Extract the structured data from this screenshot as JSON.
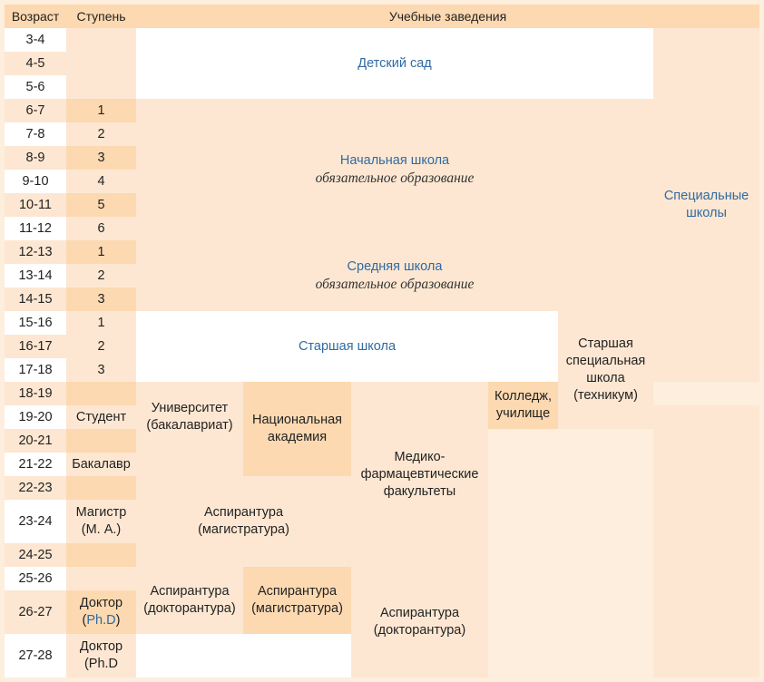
{
  "headers": {
    "age": "Возраст",
    "level": "Ступень",
    "institutions": "Учебные заведения"
  },
  "ages": [
    "3-4",
    "4-5",
    "5-6",
    "6-7",
    "7-8",
    "8-9",
    "9-10",
    "10-11",
    "11-12",
    "12-13",
    "13-14",
    "14-15",
    "15-16",
    "16-17",
    "17-18",
    "18-19",
    "19-20",
    "20-21",
    "21-22",
    "22-23",
    "23-24",
    "24-25",
    "25-26",
    "26-27",
    "27-28"
  ],
  "levels": {
    "g1": "1",
    "g2": "2",
    "g3": "3",
    "g4": "4",
    "g5": "5",
    "g6": "6",
    "m1": "1",
    "m2": "2",
    "m3": "3",
    "s1": "1",
    "s2": "2",
    "s3": "3",
    "student": "Студент",
    "bachelor": "Бакалавр",
    "master_line1": "Магистр",
    "master_line2": "(М. А.)",
    "doctor1_line1": "Доктор",
    "doctor1_line2_pre": "(",
    "doctor1_line2_link": "Ph.D",
    "doctor1_line2_post": ")",
    "doctor2_line1": "Доктор",
    "doctor2_line2": "(Ph.D"
  },
  "institutions": {
    "kindergarten": "Детский сад",
    "primary": "Начальная школа",
    "primary_note": "обязательное образование",
    "middle": "Средняя школа",
    "middle_note": "обязательное образование",
    "high": "Старшая школа",
    "special_line1": "Специальные",
    "special_line2": "школы",
    "senior_special_line1": "Старшая",
    "senior_special_line2": "специальная",
    "senior_special_line3": "школа",
    "senior_special_line4": "(техникум)",
    "college_line1": "Колледж,",
    "college_line2": "училище",
    "university_line1": "Университет",
    "university_line2": "(бакалавриат)",
    "academy_line1": "Национальная",
    "academy_line2": "академия",
    "medical_line1": "Медико-",
    "medical_line2": "фармацевтические",
    "medical_line3": "факультеты",
    "aspirantura_mag_line1": "Аспирантура",
    "aspirantura_mag_line2": "(магистратура)",
    "aspirantura_doc_line1": "Аспирантура",
    "aspirantura_doc_line2": "(докторантура)",
    "academy_aspirantura_mag_line1": "Аспирантура",
    "academy_aspirantura_mag_line2": "(магистратура)",
    "medical_aspirantura_line1": "Аспирантура",
    "medical_aspirantura_line2": "(докторантура)"
  },
  "colors": {
    "header": "#fcd9b1",
    "light": "#fde7d2",
    "blue_text": "#2f6aa3"
  }
}
